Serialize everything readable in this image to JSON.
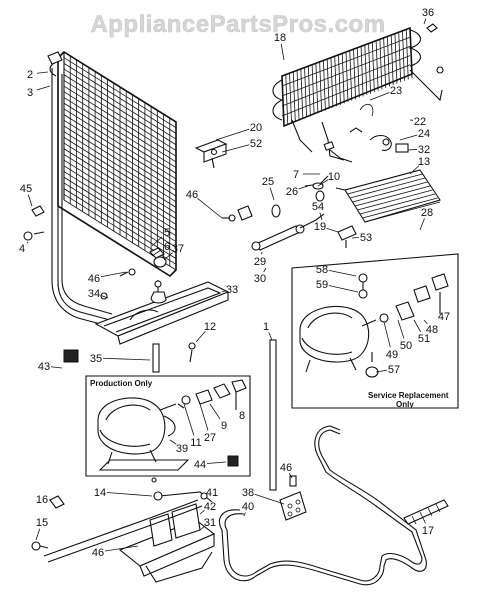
{
  "watermark": "AppliancePartsPros.com",
  "box_labels": {
    "production": "Production Only",
    "service_line1": "Service Replacement",
    "service_line2": "Only"
  },
  "callouts": [
    "1",
    "2",
    "3",
    "4",
    "5",
    "6",
    "7",
    "8",
    "9",
    "10",
    "11",
    "12",
    "13",
    "14",
    "15",
    "16",
    "17",
    "18",
    "19",
    "20",
    "22",
    "23",
    "24",
    "25",
    "26",
    "27",
    "28",
    "29",
    "30",
    "31",
    "32",
    "33",
    "34",
    "35",
    "36",
    "37",
    "38",
    "39",
    "40",
    "41",
    "42",
    "43",
    "44",
    "45",
    "46",
    "47",
    "48",
    "49",
    "50",
    "51",
    "52",
    "53",
    "54",
    "57",
    "58",
    "59"
  ],
  "colors": {
    "ink": "#111111",
    "background": "#ffffff",
    "watermark": "#d6d6d6"
  }
}
